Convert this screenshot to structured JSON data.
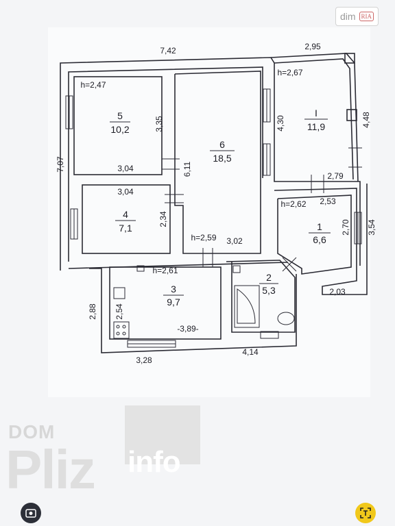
{
  "badge": {
    "site": "dim",
    "logo": "RIA"
  },
  "walls": [
    {
      "t": "7,42"
    },
    {
      "t": "2,95"
    },
    {
      "t": "h=2,67"
    },
    {
      "t": "h=2,47"
    }
  ],
  "rooms": [
    {
      "num": "5",
      "area": "10,2"
    },
    {
      "num": "6",
      "area": "18,5"
    },
    {
      "num": "I",
      "area": "11,9"
    },
    {
      "num": "4",
      "area": "7,1"
    },
    {
      "num": "1",
      "area": "6,6"
    },
    {
      "num": "3",
      "area": "9,7"
    },
    {
      "num": "2",
      "area": "5,3"
    }
  ],
  "dims": {
    "top": "7,42",
    "balcony_top": "2,95",
    "h_balcony": "h=2,67",
    "h_room5": "h=2,47",
    "r5_height": "3,35",
    "r6_left": "4,30",
    "balcony_side": "4,48",
    "left_outer": "7,07",
    "r5_bottom": "3,04",
    "r6_height": "6,11",
    "r4_top": "3,04",
    "r1_top": "2,79",
    "h_room1": "h=2,62",
    "r1_width": "2,53",
    "r4_height": "2,34",
    "r1_height": "2,70",
    "r1_outer": "3,54",
    "h_room6": "h=2,59",
    "r6_bottom": "3,02",
    "h_room3": "h=2,61",
    "r2_right": "2,03",
    "left_lower": "2,88",
    "r3_side": "2,54",
    "r3_bottom": "-3,89-",
    "bottom_left": "3,28",
    "bottom_right": "4,14"
  },
  "watermark": {
    "small": "DOM",
    "big": "Pliz",
    "info": "info"
  },
  "icons": {
    "left_fab": "gallery-icon",
    "right_fab": "scan-text-icon"
  }
}
